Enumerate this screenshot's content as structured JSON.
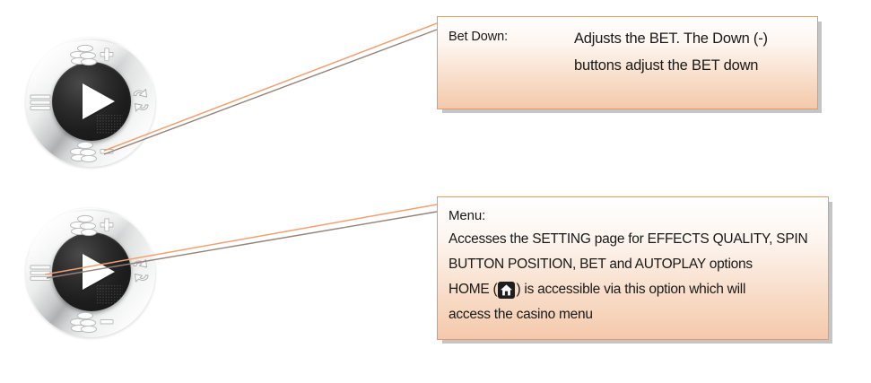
{
  "page": {
    "background": "#ffffff",
    "accent_border": "#e89a66",
    "shadow_color": "#969696",
    "leader_line_colors": [
      "#f0a172",
      "#8a7a70"
    ]
  },
  "widgets": [
    {
      "id": "spin-button-bet-down",
      "center_icon": "play-icon",
      "satellites": [
        {
          "name": "bet-up-icon",
          "position": "top",
          "glyph": "coins-plus"
        },
        {
          "name": "menu-icon",
          "position": "left",
          "glyph": "hamburger"
        },
        {
          "name": "autoplay-icon",
          "position": "right",
          "glyph": "loop-arrows"
        },
        {
          "name": "bet-down-icon",
          "position": "bottom",
          "glyph": "coins-minus"
        }
      ],
      "highlighted": "bet-down-icon"
    },
    {
      "id": "spin-button-menu",
      "center_icon": "play-icon",
      "satellites": [
        {
          "name": "bet-up-icon",
          "position": "top",
          "glyph": "coins-plus"
        },
        {
          "name": "menu-icon",
          "position": "left",
          "glyph": "hamburger"
        },
        {
          "name": "autoplay-icon",
          "position": "right",
          "glyph": "loop-arrows"
        },
        {
          "name": "bet-down-icon",
          "position": "bottom",
          "glyph": "coins-minus"
        }
      ],
      "highlighted": "menu-icon"
    }
  ],
  "callouts": {
    "bet_down": {
      "label": "Bet Down:",
      "description_line1": "Adjusts the BET. The Down (-)",
      "description_line2": "buttons adjust the BET down"
    },
    "menu": {
      "label": "Menu:",
      "line1": "Accesses the SETTING page for EFFECTS QUALITY, SPIN",
      "line2": "BUTTON POSITION, BET and AUTOPLAY options",
      "line3_before_icon": "HOME (",
      "line3_icon": "home-icon",
      "line3_after_icon": ") is accessible via this option which will",
      "line4": "access the casino menu"
    }
  }
}
